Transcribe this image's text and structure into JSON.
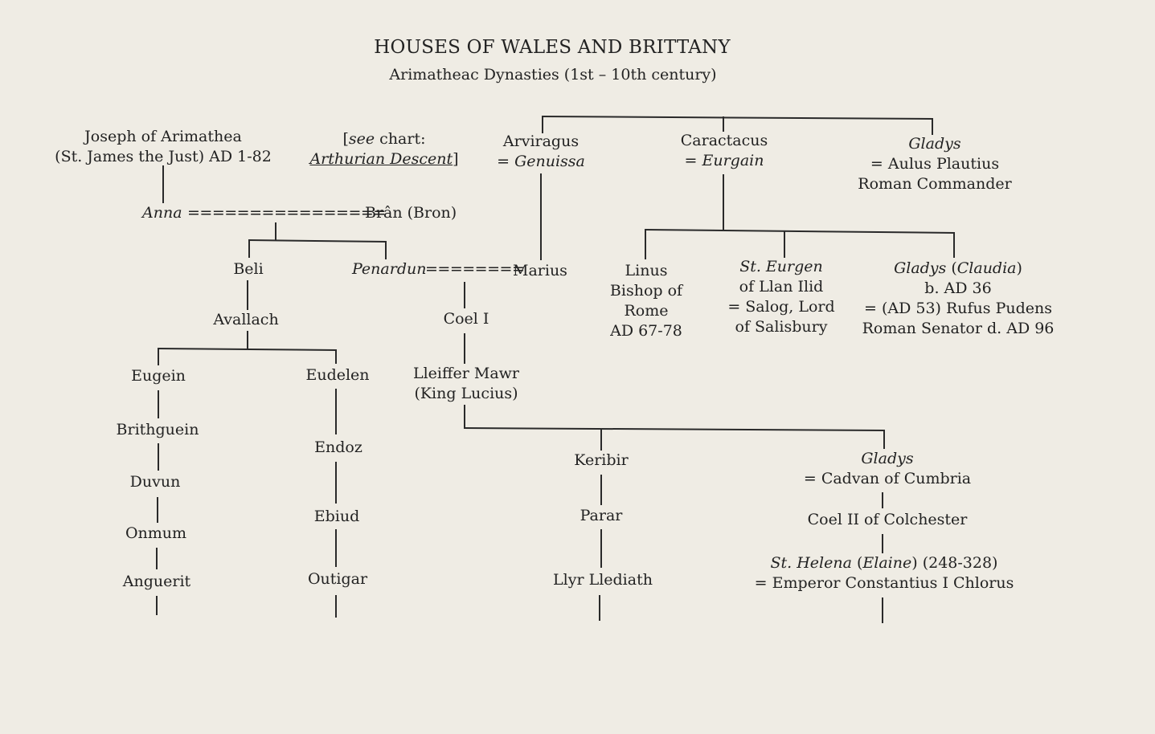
{
  "title": "HOUSES OF WALES AND BRITTANY",
  "subtitle": "Arimatheac Dynasties (1st – 10th century)",
  "people": {
    "joseph": [
      "Joseph of Arimathea",
      "(St. James the Just) AD 1-82"
    ],
    "see_chart": {
      "pre": "[",
      "see": "see",
      "chart": " chart:",
      "link": "Arthurian Descent",
      "post": "]"
    },
    "arviragus": {
      "name": "Arviragus",
      "spouse_prefix": "= ",
      "spouse": "Genuissa"
    },
    "caractacus": {
      "name": "Caractacus",
      "spouse_prefix": "= ",
      "spouse": "Eurgain"
    },
    "gladys_a": {
      "name": "Gladys",
      "line2": "= Aulus Plautius",
      "line3": "Roman Commander"
    },
    "anna": "Anna",
    "marriage_anna": "================",
    "bran": "Brân (Bron)",
    "beli": "Beli",
    "penardun": "Penardun",
    "marriage_penardun": "========",
    "marius": "Marius",
    "linus": [
      "Linus",
      "Bishop of",
      "Rome",
      "AD 67-78"
    ],
    "eurgen": {
      "name": "St. Eurgen",
      "lines": [
        "of Llan Ilid",
        "= Salog, Lord",
        "of Salisbury"
      ]
    },
    "gladys_b": {
      "name": "Gladys",
      "paren_open": " (",
      "alt": "Claudia",
      "paren_close": ")",
      "lines": [
        "b. AD 36",
        "= (AD 53) Rufus Pudens",
        "Roman Senator d. AD 96"
      ]
    },
    "avallach": "Avallach",
    "coel1": "Coel I",
    "eugein": "Eugein",
    "eudelen": "Eudelen",
    "lleiffer": [
      "Lleiffer Mawr",
      "(King Lucius)"
    ],
    "brithguein": "Brithguein",
    "endoz": "Endoz",
    "duvun": "Duvun",
    "onmum": "Onmum",
    "ebiud": "Ebiud",
    "anguerit": "Anguerit",
    "outigar": "Outigar",
    "keribir": "Keribir",
    "parar": "Parar",
    "llyr": "Llyr Llediath",
    "gladys_c": {
      "name": "Gladys",
      "line2": "= Cadvan of Cumbria"
    },
    "coel2": "Coel II of Colchester",
    "helena": {
      "name": "St. Helena",
      "paren_open": " (",
      "alt": "Elaine",
      "paren_close": ") (248-328)",
      "line2": "= Emperor Constantius I Chlorus"
    }
  }
}
